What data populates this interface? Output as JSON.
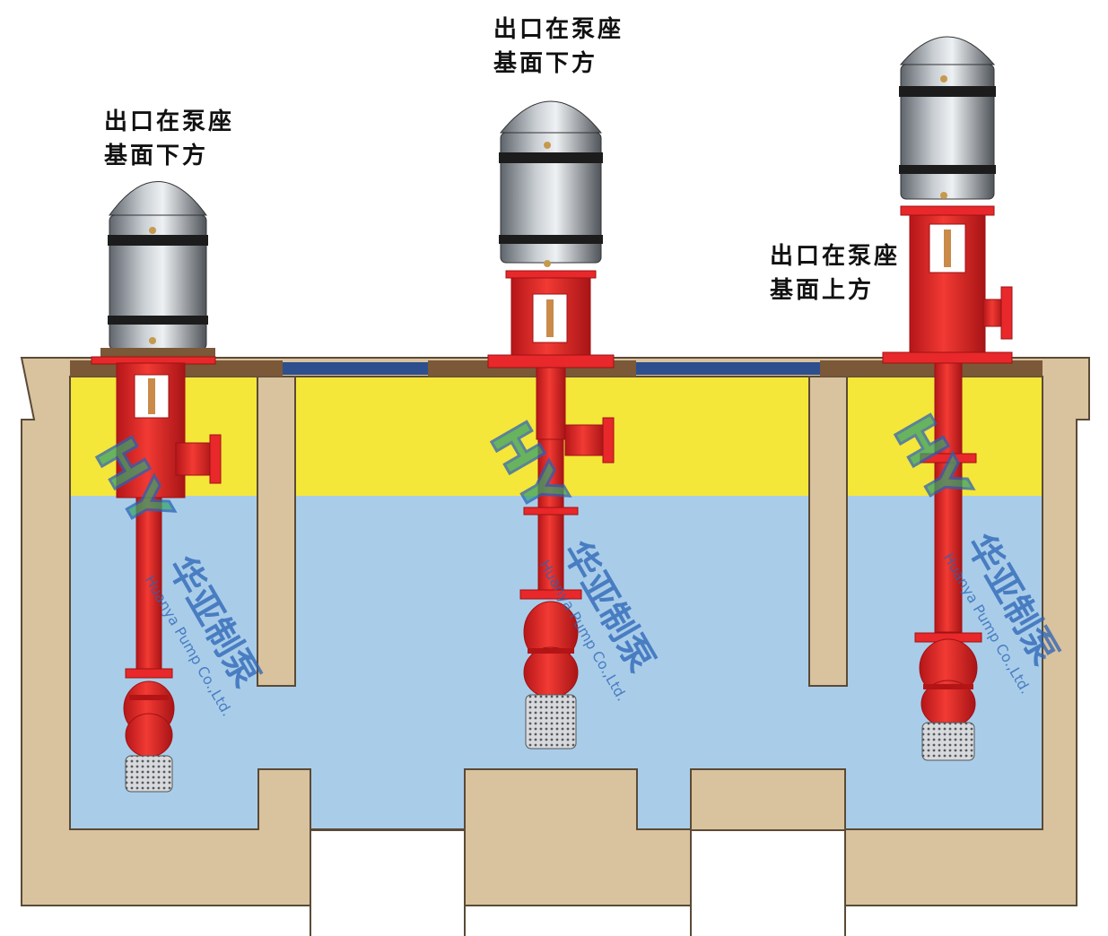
{
  "labels": [
    {
      "line1": "出口在泵座",
      "line2": "基面下方"
    },
    {
      "line1": "出口在泵座",
      "line2": "基面下方"
    },
    {
      "line1": "出口在泵座",
      "line2": "基面上方"
    }
  ],
  "watermark": {
    "logo": "HY",
    "company_cn": "华亚制泵",
    "company_en": "Huanya Pump Co.,Ltd."
  },
  "colors": {
    "concrete": "#d9c29e",
    "concrete_stroke": "#5a4a36",
    "water": "#a9cde9",
    "upper_zone": "#f5e63a",
    "pump_red": "#e8282a",
    "motor_grey": "#8e949b",
    "base_plate": "#7a5838",
    "cover_blue": "#2d4f8e",
    "watermark_green": "#3aa36a",
    "watermark_blue": "#2a63b5"
  },
  "icons": [
    "vertical-pump-icon",
    "motor-icon",
    "strainer-icon",
    "watermark-logo-icon"
  ]
}
